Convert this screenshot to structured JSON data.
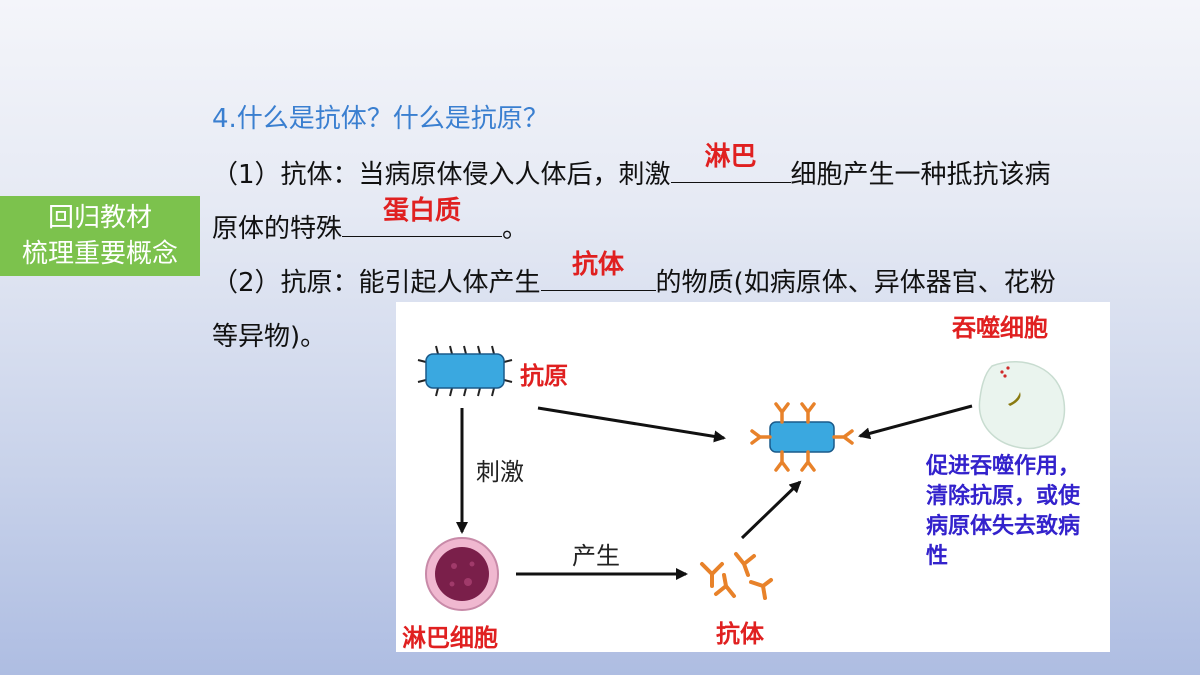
{
  "tag": {
    "line1": "回归教材",
    "line2": "梳理重要概念"
  },
  "question": {
    "title": "4.什么是抗体？什么是抗原？",
    "p1_a": "（1）抗体：当病原体侵入人体后，刺激",
    "p1_ans1": "淋巴",
    "p1_b": "细胞产生一种抵抗该病",
    "p1_c": "原体的特殊",
    "p1_ans2": "蛋白质",
    "p1_d": "。",
    "p2_a": "（2）抗原：能引起人体产生",
    "p2_ans": "抗体",
    "p2_b": "的物质(如病原体、异体器官、花粉",
    "p2_c": "等异物)。"
  },
  "diagram": {
    "antigen": "抗原",
    "stimulate": "刺激",
    "produce": "产生",
    "lymphocyte": "淋巴细胞",
    "antibody": "抗体",
    "phagocyte": "吞噬细胞",
    "effect": "促进吞噬作用，清除抗原，或使病原体失去致病性"
  },
  "colors": {
    "tag_green": "#7cc24d",
    "title_blue": "#3a7fd0",
    "answer_red": "#e02020",
    "effect_purple": "#3322cc"
  }
}
